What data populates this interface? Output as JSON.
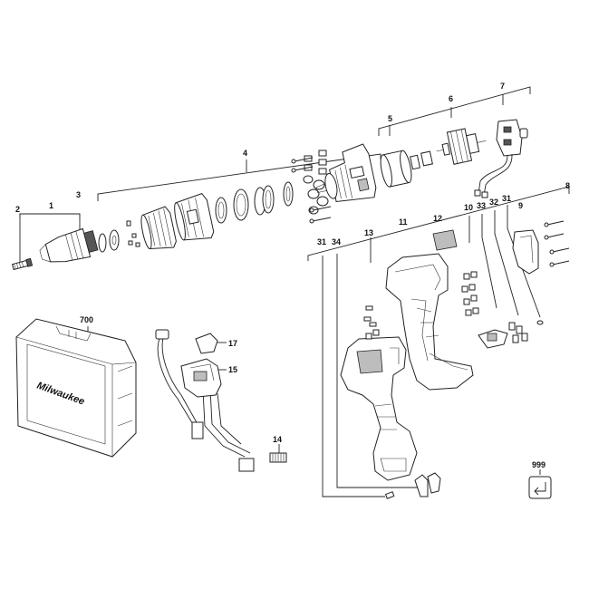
{
  "diagram": {
    "callouts": {
      "c1": "1",
      "c2": "2",
      "c3": "3",
      "c4": "4",
      "c5": "5",
      "c6": "6",
      "c7": "7",
      "c8": "8",
      "c9": "9",
      "c10": "10",
      "c11": "11",
      "c12": "12",
      "c13": "13",
      "c14": "14",
      "c15": "15",
      "c17": "17",
      "c31a": "31",
      "c31b": "31",
      "c32": "32",
      "c33": "33",
      "c34": "34",
      "c700": "700",
      "c999": "999"
    },
    "case_logo_text": "Milwaukee",
    "colors": {
      "line": "#222222",
      "accent_red": "#b0b0b0",
      "fill": "#ffffff"
    }
  }
}
